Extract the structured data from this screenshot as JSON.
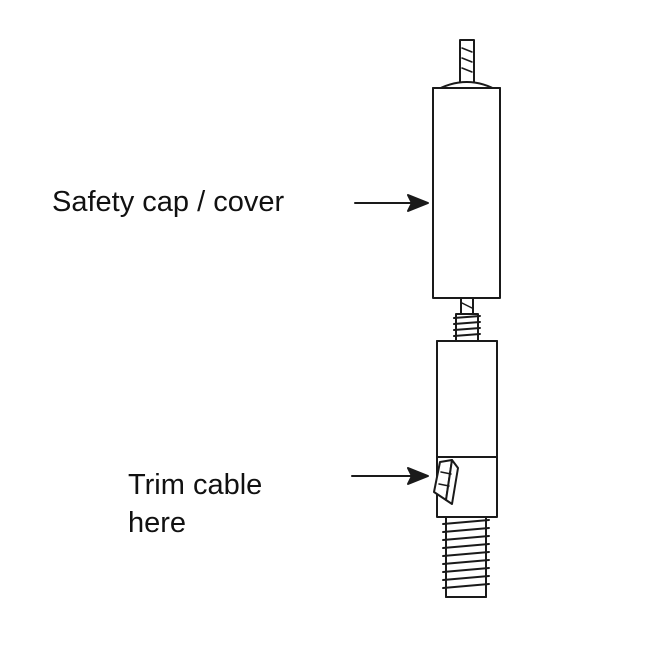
{
  "labels": {
    "safety_cap": "Safety cap / cover",
    "trim_line1": "Trim cable",
    "trim_line2": "here"
  },
  "colors": {
    "stroke": "#1a1a1a",
    "fill": "#ffffff",
    "text": "#111111"
  }
}
